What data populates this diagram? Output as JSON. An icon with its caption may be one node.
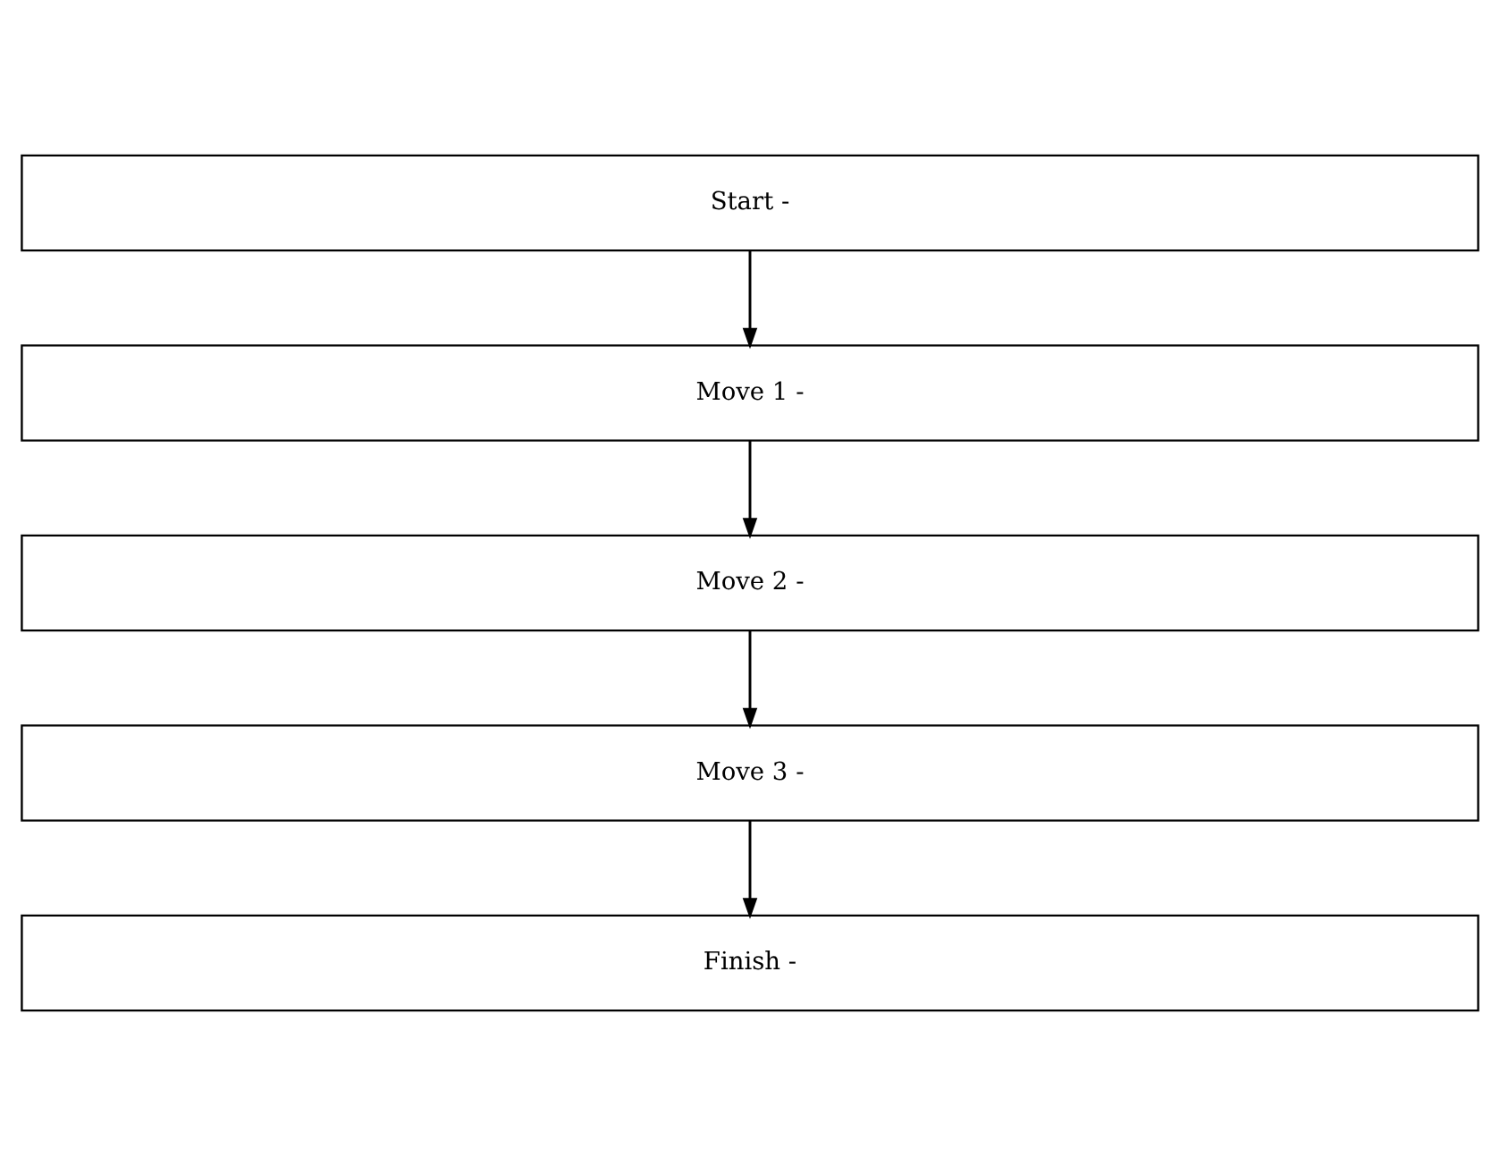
{
  "diagram": {
    "nodes": [
      {
        "text": [
          "Start -"
        ]
      },
      {
        "text": [
          "Move 1 -"
        ]
      },
      {
        "text": [
          "Move 2 -"
        ]
      },
      {
        "text": [
          "Move 3 -"
        ]
      },
      {
        "text": [
          "Finish -"
        ]
      }
    ],
    "edges": [
      {
        "from": 0,
        "to": 1,
        "arrow": "to"
      },
      {
        "from": 1,
        "to": 2,
        "arrow": "to"
      },
      {
        "from": 2,
        "to": 3,
        "arrow": "to"
      },
      {
        "from": 3,
        "to": 4,
        "arrow": "to"
      }
    ]
  }
}
